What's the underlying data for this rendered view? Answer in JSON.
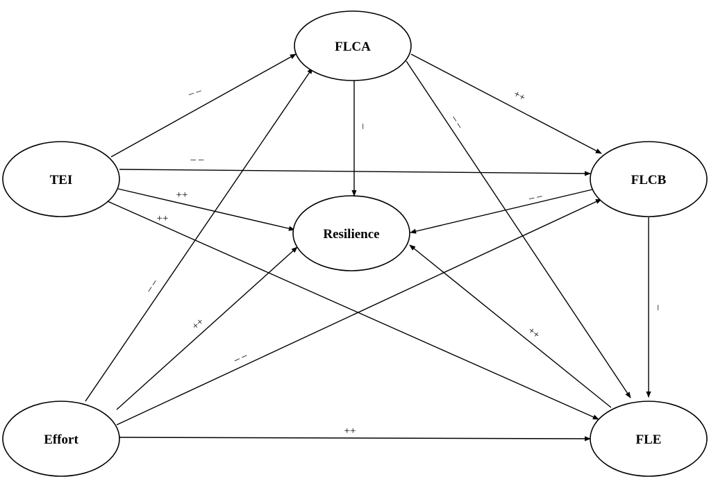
{
  "nodes": {
    "flca": {
      "label": "FLCA"
    },
    "tei": {
      "label": "TEI"
    },
    "flcb": {
      "label": "FLCB"
    },
    "resilience": {
      "label": "Resilience"
    },
    "effort": {
      "label": "Effort"
    },
    "fle": {
      "label": "FLE"
    }
  },
  "edges": [
    {
      "from": "TEI",
      "to": "FLCA",
      "sign": "– –"
    },
    {
      "from": "TEI",
      "to": "FLCB",
      "sign": "– –"
    },
    {
      "from": "TEI",
      "to": "Resilience",
      "sign": "++"
    },
    {
      "from": "TEI",
      "to": "FLE",
      "sign": "++"
    },
    {
      "from": "FLCA",
      "to": "Resilience",
      "sign": "–"
    },
    {
      "from": "FLCA",
      "to": "FLCB",
      "sign": "++"
    },
    {
      "from": "FLCA",
      "to": "FLE",
      "sign": "– –"
    },
    {
      "from": "FLCB",
      "to": "Resilience",
      "sign": "– –"
    },
    {
      "from": "FLCB",
      "to": "FLE",
      "sign": "–"
    },
    {
      "from": "Effort",
      "to": "FLCA",
      "sign": "– –"
    },
    {
      "from": "Effort",
      "to": "Resilience",
      "sign": "++"
    },
    {
      "from": "Effort",
      "to": "FLCB",
      "sign": "– –"
    },
    {
      "from": "Effort",
      "to": "FLE",
      "sign": "++"
    },
    {
      "from": "FLE",
      "to": "Resilience",
      "sign": "++"
    }
  ]
}
